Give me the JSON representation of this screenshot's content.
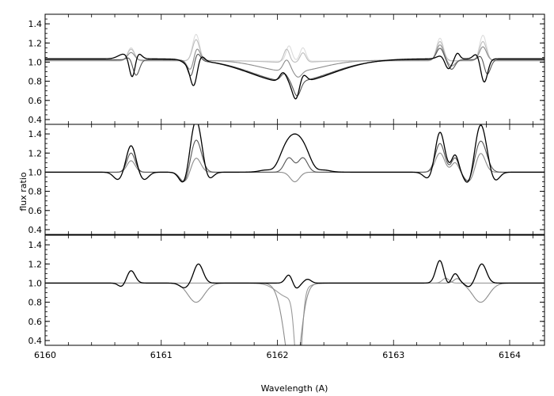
{
  "chart_data": {
    "type": "line",
    "layout": "three vertically stacked panels sharing x-axis",
    "xlabel": "Wavelength (A)",
    "ylabel": "flux ratio",
    "xlim": [
      6160.0,
      6164.3
    ],
    "ylim": [
      0.35,
      1.5
    ],
    "x_ticks": [
      6160,
      6161,
      6162,
      6163,
      6164
    ],
    "y_ticks": [
      0.4,
      0.6,
      0.8,
      1.0,
      1.2,
      1.4
    ],
    "y_tick_labels": [
      "0.4",
      "0.6",
      "0.8",
      "1.0",
      "1.2",
      "1.4"
    ],
    "grid": false,
    "legend": "none",
    "panels": [
      {
        "baseline": 1.02,
        "series": [
          {
            "color": "#000000",
            "baseline": 1.035,
            "features": [
              [
                6160.68,
                0.05,
                0.05
              ],
              [
                6160.75,
                -0.22,
                0.025
              ],
              [
                6160.8,
                0.06,
                0.03
              ],
              [
                6161.22,
                -0.04,
                0.04
              ],
              [
                6161.28,
                -0.26,
                0.03
              ],
              [
                6161.34,
                0.06,
                0.03
              ],
              [
                6162.12,
                -0.25,
                0.35
              ],
              [
                6162.05,
                0.1,
                0.03
              ],
              [
                6162.16,
                -0.18,
                0.03
              ],
              [
                6162.22,
                0.08,
                0.03
              ],
              [
                6163.42,
                0.04,
                0.04
              ],
              [
                6163.47,
                -0.12,
                0.03
              ],
              [
                6163.55,
                0.06,
                0.02
              ],
              [
                6163.72,
                0.06,
                0.03
              ],
              [
                6163.78,
                -0.25,
                0.03
              ]
            ]
          },
          {
            "color": "#555555",
            "baseline": 1.025,
            "features": [
              [
                6160.74,
                0.05,
                0.03
              ],
              [
                6160.78,
                -0.18,
                0.03
              ],
              [
                6161.3,
                0.12,
                0.03
              ],
              [
                6161.26,
                -0.2,
                0.03
              ],
              [
                6162.12,
                -0.23,
                0.33
              ],
              [
                6162.06,
                0.08,
                0.03
              ],
              [
                6162.17,
                -0.15,
                0.03
              ],
              [
                6163.4,
                0.12,
                0.03
              ],
              [
                6163.5,
                -0.1,
                0.03
              ],
              [
                6163.77,
                0.1,
                0.03
              ],
              [
                6163.8,
                -0.2,
                0.03
              ]
            ]
          },
          {
            "color": "#8c8c8c",
            "baseline": 1.02,
            "features": [
              [
                6160.74,
                0.08,
                0.03
              ],
              [
                6161.3,
                0.16,
                0.03
              ],
              [
                6161.26,
                -0.14,
                0.03
              ],
              [
                6162.12,
                -0.12,
                0.26
              ],
              [
                6162.08,
                0.12,
                0.03
              ],
              [
                6162.18,
                -0.06,
                0.03
              ],
              [
                6163.4,
                0.16,
                0.03
              ],
              [
                6163.5,
                -0.06,
                0.03
              ],
              [
                6163.77,
                0.14,
                0.03
              ]
            ]
          },
          {
            "color": "#bdbdbd",
            "baseline": 1.015,
            "features": [
              [
                6160.74,
                0.12,
                0.03
              ],
              [
                6161.3,
                0.22,
                0.03
              ],
              [
                6162.12,
                -0.02,
                0.2
              ],
              [
                6162.08,
                0.14,
                0.025
              ],
              [
                6162.22,
                0.1,
                0.025
              ],
              [
                6163.4,
                0.2,
                0.03
              ],
              [
                6163.77,
                0.2,
                0.03
              ]
            ]
          },
          {
            "color": "#dcdcdc",
            "baseline": 1.01,
            "features": [
              [
                6160.74,
                0.14,
                0.03
              ],
              [
                6161.3,
                0.28,
                0.03
              ],
              [
                6162.1,
                0.16,
                0.025
              ],
              [
                6162.22,
                0.14,
                0.025
              ],
              [
                6163.4,
                0.24,
                0.03
              ],
              [
                6163.77,
                0.27,
                0.03
              ]
            ]
          }
        ]
      },
      {
        "baseline": 1.0,
        "series": [
          {
            "color": "#000000",
            "baseline": 1.0,
            "features": [
              [
                6160.74,
                0.28,
                0.04
              ],
              [
                6160.63,
                -0.08,
                0.04
              ],
              [
                6160.85,
                -0.08,
                0.04
              ],
              [
                6161.3,
                0.55,
                0.05
              ],
              [
                6161.2,
                -0.15,
                0.04
              ],
              [
                6161.4,
                -0.1,
                0.04
              ],
              [
                6162.15,
                0.4,
                0.12
              ],
              [
                6161.98,
                -0.08,
                0.05
              ],
              [
                6162.32,
                -0.08,
                0.05
              ],
              [
                6163.4,
                0.42,
                0.04
              ],
              [
                6163.53,
                0.18,
                0.03
              ],
              [
                6163.75,
                0.5,
                0.05
              ],
              [
                6163.3,
                -0.07,
                0.04
              ],
              [
                6163.65,
                -0.15,
                0.04
              ],
              [
                6163.87,
                -0.1,
                0.04
              ]
            ]
          },
          {
            "color": "#555555",
            "baseline": 1.0,
            "features": [
              [
                6160.74,
                0.2,
                0.035
              ],
              [
                6161.3,
                0.34,
                0.045
              ],
              [
                6161.2,
                -0.12,
                0.04
              ],
              [
                6162.1,
                0.15,
                0.04
              ],
              [
                6162.22,
                0.15,
                0.04
              ],
              [
                6163.4,
                0.3,
                0.04
              ],
              [
                6163.53,
                0.15,
                0.03
              ],
              [
                6163.75,
                0.33,
                0.05
              ],
              [
                6163.65,
                -0.12,
                0.04
              ]
            ]
          },
          {
            "color": "#8c8c8c",
            "baseline": 1.0,
            "features": [
              [
                6160.74,
                0.12,
                0.035
              ],
              [
                6161.3,
                0.15,
                0.04
              ],
              [
                6161.2,
                -0.1,
                0.04
              ],
              [
                6162.15,
                -0.1,
                0.04
              ],
              [
                6163.4,
                0.2,
                0.04
              ],
              [
                6163.53,
                0.1,
                0.03
              ],
              [
                6163.75,
                0.2,
                0.04
              ],
              [
                6163.65,
                -0.1,
                0.04
              ]
            ]
          }
        ]
      },
      {
        "baseline": 1.0,
        "series": [
          {
            "color": "#000000",
            "baseline": 1.0,
            "features": [
              [
                6160.74,
                0.13,
                0.035
              ],
              [
                6160.66,
                -0.04,
                0.03
              ],
              [
                6161.32,
                0.2,
                0.04
              ],
              [
                6161.2,
                -0.05,
                0.04
              ],
              [
                6162.1,
                0.09,
                0.03
              ],
              [
                6162.16,
                -0.06,
                0.03
              ],
              [
                6162.26,
                0.04,
                0.03
              ],
              [
                6163.4,
                0.24,
                0.035
              ],
              [
                6163.53,
                0.1,
                0.03
              ],
              [
                6163.76,
                0.2,
                0.04
              ],
              [
                6163.46,
                -0.04,
                0.03
              ],
              [
                6163.65,
                -0.04,
                0.03
              ]
            ]
          },
          {
            "color": "#8c8c8c",
            "baseline": 1.0,
            "features": [
              [
                6161.3,
                -0.2,
                0.07
              ],
              [
                6162.12,
                -0.7,
                0.07
              ],
              [
                6162.15,
                -0.4,
                0.05
              ],
              [
                6163.55,
                0.05,
                0.03
              ],
              [
                6163.75,
                -0.2,
                0.07
              ]
            ]
          },
          {
            "color": "#9a9a9a",
            "baseline": 1.0,
            "features": [
              [
                6162.18,
                -0.9,
                0.03
              ],
              [
                6162.1,
                -0.15,
                0.1
              ],
              [
                6163.45,
                0.05,
                0.03
              ]
            ]
          }
        ]
      }
    ]
  }
}
